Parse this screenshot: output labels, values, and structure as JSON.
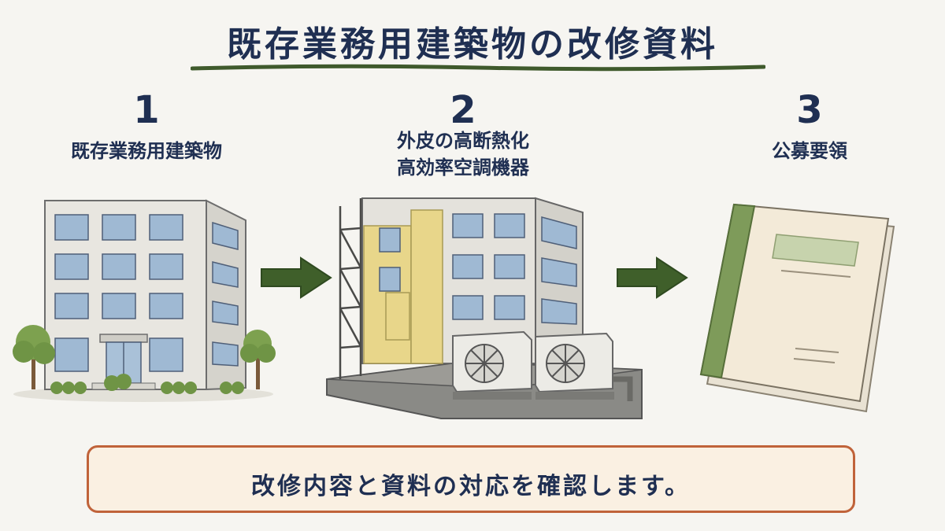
{
  "title": "既存業務用建築物の改修資料",
  "steps": [
    {
      "number": "1",
      "label_lines": [
        "既存業務用建築物"
      ]
    },
    {
      "number": "2",
      "label_lines": [
        "外皮の高断熱化",
        "高効率空調機器"
      ]
    },
    {
      "number": "3",
      "label_lines": [
        "公募要領"
      ]
    }
  ],
  "summary": "改修内容と資料の対応を確認します。",
  "colors": {
    "title_text": "#1f2f52",
    "underline": "#3f5a2c",
    "arrow": "#3f5f2a",
    "box_border": "#c0633a",
    "box_fill": "#faf0e2",
    "insulation": "#e8d68a",
    "book_spine": "#7e9b5a"
  }
}
